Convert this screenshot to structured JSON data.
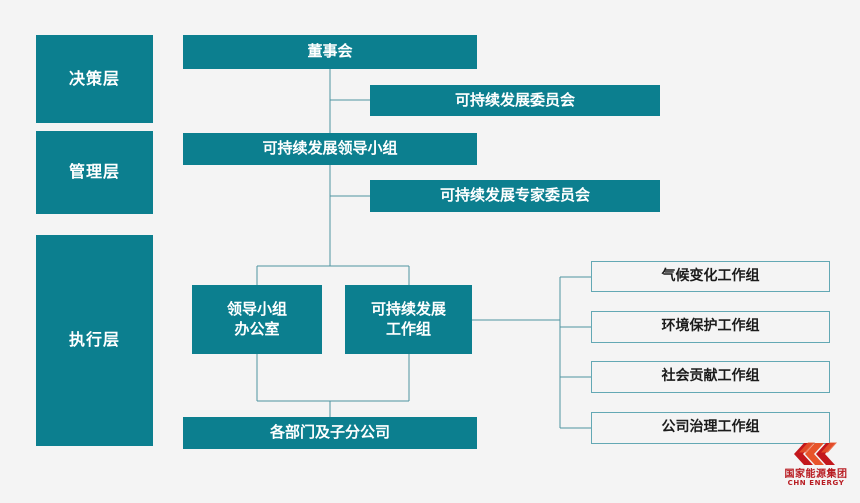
{
  "diagram": {
    "type": "organizational-hierarchy-chart",
    "background_color": "#f4f4f4",
    "accent_color": "#0c7f8f",
    "connector_color": "#4e94a1",
    "outline_box_border_color": "#63a8b4"
  },
  "layers": [
    {
      "id": "decision",
      "label": "决策层"
    },
    {
      "id": "management",
      "label": "管理层"
    },
    {
      "id": "execution",
      "label": "执行层"
    }
  ],
  "nodes": {
    "board": "董事会",
    "sustainability_committee": "可持续发展委员会",
    "leading_group": "可持续发展领导小组",
    "expert_committee": "可持续发展专家委员会",
    "leading_group_office": "领导小组\n办公室",
    "sustainability_workgroup": "可持续发展\n工作组",
    "departments_subsidiaries": "各部门及子分公司"
  },
  "working_groups": [
    {
      "id": "climate",
      "label": "气候变化工作组"
    },
    {
      "id": "environment",
      "label": "环境保护工作组"
    },
    {
      "id": "social",
      "label": "社会贡献工作组"
    },
    {
      "id": "governance",
      "label": "公司治理工作组"
    }
  ],
  "brand": {
    "name_cn": "国家能源集团",
    "name_en": "CHN ENERGY",
    "mark_color": "#c3171c",
    "mark_color_light": "#e8542a"
  }
}
